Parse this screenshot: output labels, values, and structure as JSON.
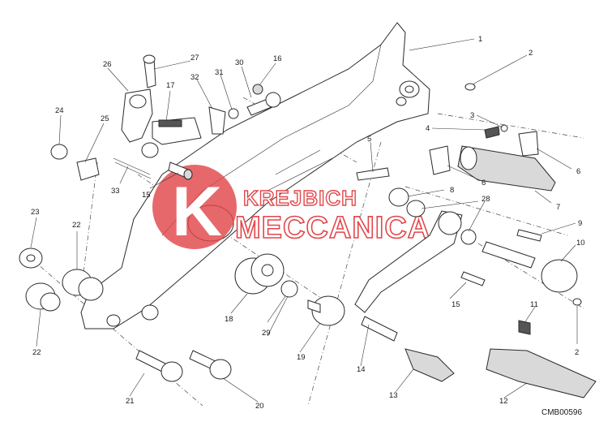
{
  "callouts": [
    "1",
    "2",
    "3",
    "4",
    "5",
    "6",
    "6",
    "7",
    "8",
    "9",
    "10",
    "11",
    "2",
    "12",
    "13",
    "14",
    "15",
    "15",
    "16",
    "17",
    "18",
    "19",
    "20",
    "21",
    "22",
    "22",
    "23",
    "24",
    "25",
    "26",
    "27",
    "28",
    "29",
    "30",
    "31",
    "32",
    "33"
  ],
  "watermark": {
    "line1": "KREJBICH",
    "line2": "MECCANICA",
    "badge_letter": "K",
    "color": "#e2474b"
  },
  "diagram_code": "CMB00596",
  "colors": {
    "line": "#2a2a2a",
    "watermark": "#e2474b",
    "part_fill": "#ffffff",
    "shade": "#d9d9d9"
  }
}
